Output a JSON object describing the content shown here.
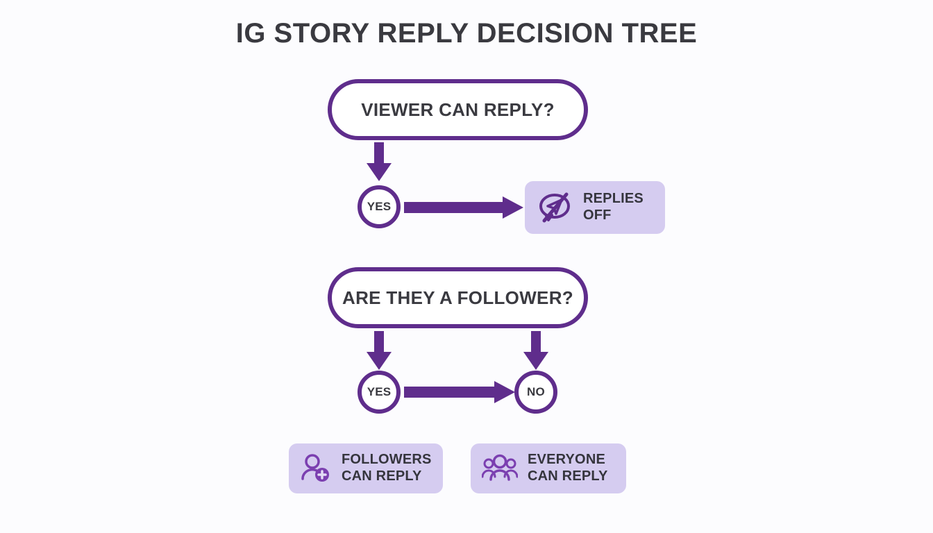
{
  "page": {
    "title": "IG STORY REPLY DECISION TREE",
    "background_color": "#fcfcfe"
  },
  "colors": {
    "purple": "#5f2d8c",
    "purple_light": "#7b3fb0",
    "card_background": "#d5ccf0",
    "text_dark": "#3a3a40"
  },
  "flow": {
    "decisions": [
      {
        "id": "viewer-can-reply",
        "label": "VIEWER CAN REPLY?"
      },
      {
        "id": "are-they-a-follower",
        "label": "ARE THEY A FOLLOWER?"
      }
    ],
    "branches": [
      {
        "id": "branch-yes-1",
        "label": "YES"
      },
      {
        "id": "branch-yes-2",
        "label": "YES"
      },
      {
        "id": "branch-no-2",
        "label": "NO"
      }
    ],
    "outcomes": [
      {
        "id": "replies-off",
        "label": "REPLIES\nOFF",
        "icon": "reply-off-icon"
      },
      {
        "id": "followers-can-reply",
        "label": "FOLLOWERS\nCAN REPLY",
        "icon": "person-add-icon"
      },
      {
        "id": "everyone-can-reply",
        "label": "EVERYONE\nCAN REPLY",
        "icon": "people-group-icon"
      }
    ]
  }
}
